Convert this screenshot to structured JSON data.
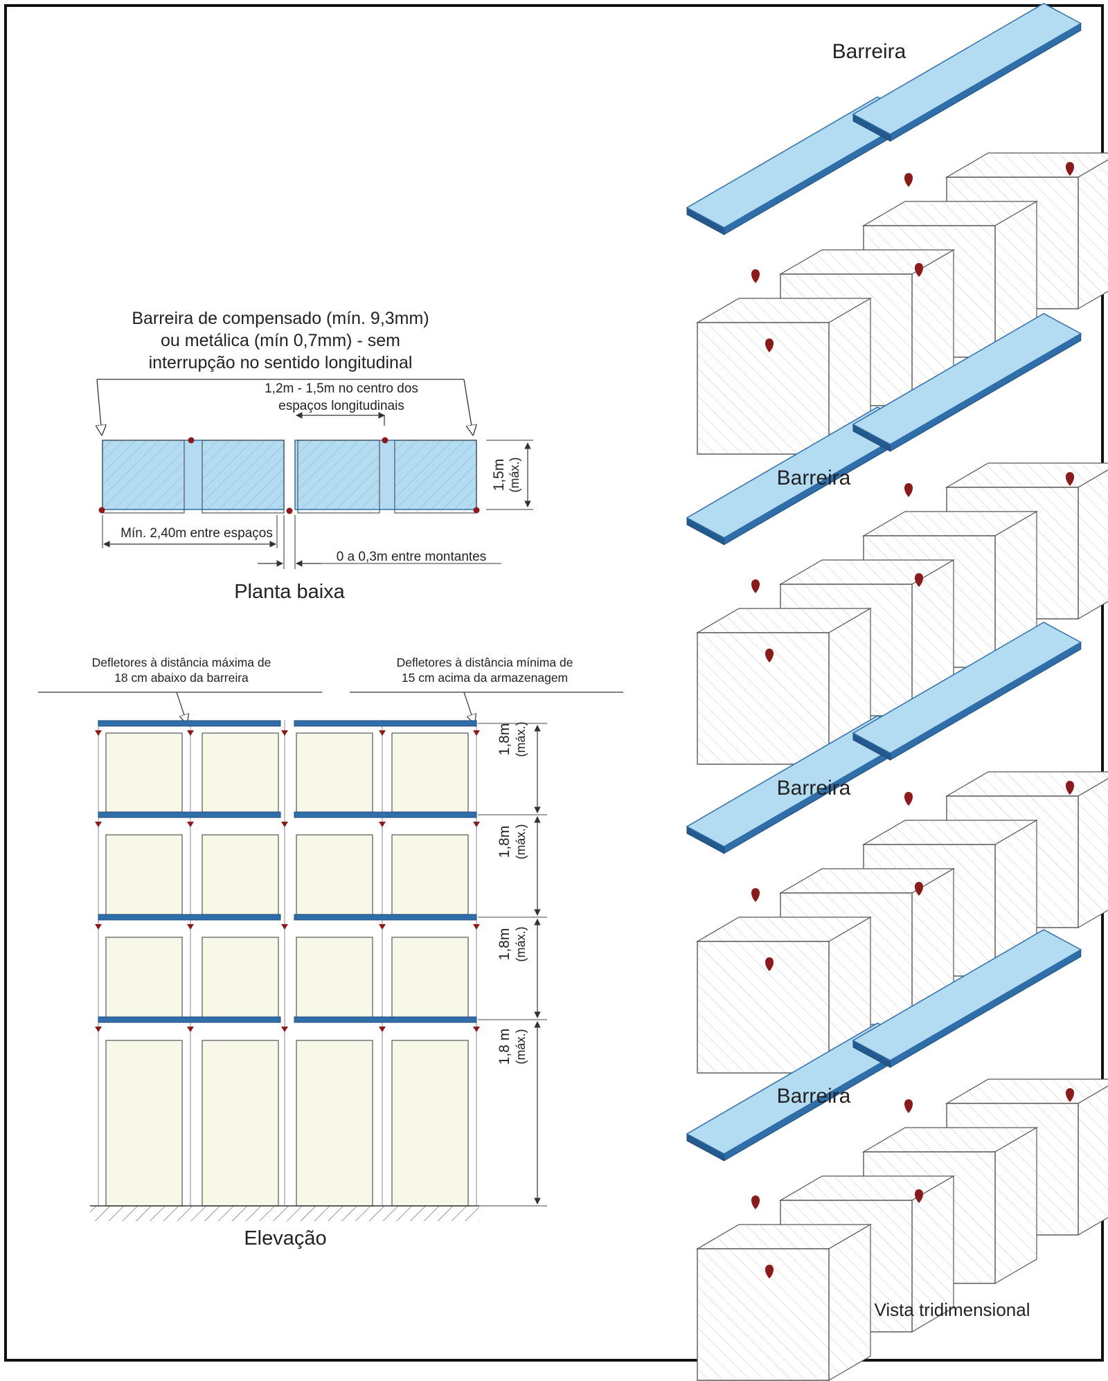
{
  "plan": {
    "barrier_note": [
      "Barreira de compensado (mín. 9,3mm)",
      "ou metálica (mín 0,7mm) - sem",
      "interrupção no sentido longitudinal"
    ],
    "center_note": [
      "1,2m - 1,5m no centro dos",
      "espaços longitudinais"
    ],
    "height_label": "1,5m",
    "height_sub": "(máx.)",
    "min_spacing": "Mín. 2,40m entre espaços",
    "upright_gap": "0 a 0,3m entre montantes",
    "title": "Planta baixa"
  },
  "elevation": {
    "deflector_max": [
      "Defletores à distância máxima de",
      "18 cm abaixo da barreira"
    ],
    "deflector_min": [
      "Defletores à distância mínima de",
      "15 cm acima da armazenagem"
    ],
    "levels": [
      {
        "height": "1,8m",
        "sub": "(máx.)"
      },
      {
        "height": "1,8m",
        "sub": "(máx.)"
      },
      {
        "height": "1,8m",
        "sub": "(máx.)"
      },
      {
        "height": "1,8 m",
        "sub": "(máx.)"
      }
    ],
    "title": "Elevação"
  },
  "three_d": {
    "barrier_labels": [
      "Barreira",
      "Barreira",
      "Barreira",
      "Barreira"
    ],
    "title": "Vista tridimensional"
  },
  "colors": {
    "barrier_fill": "#b3dcf2",
    "barrier_edge": "#2f6ea9",
    "storage_fill": "#f8f8e8",
    "sprinkler": "#8b1a1a",
    "frame": "#111111"
  }
}
